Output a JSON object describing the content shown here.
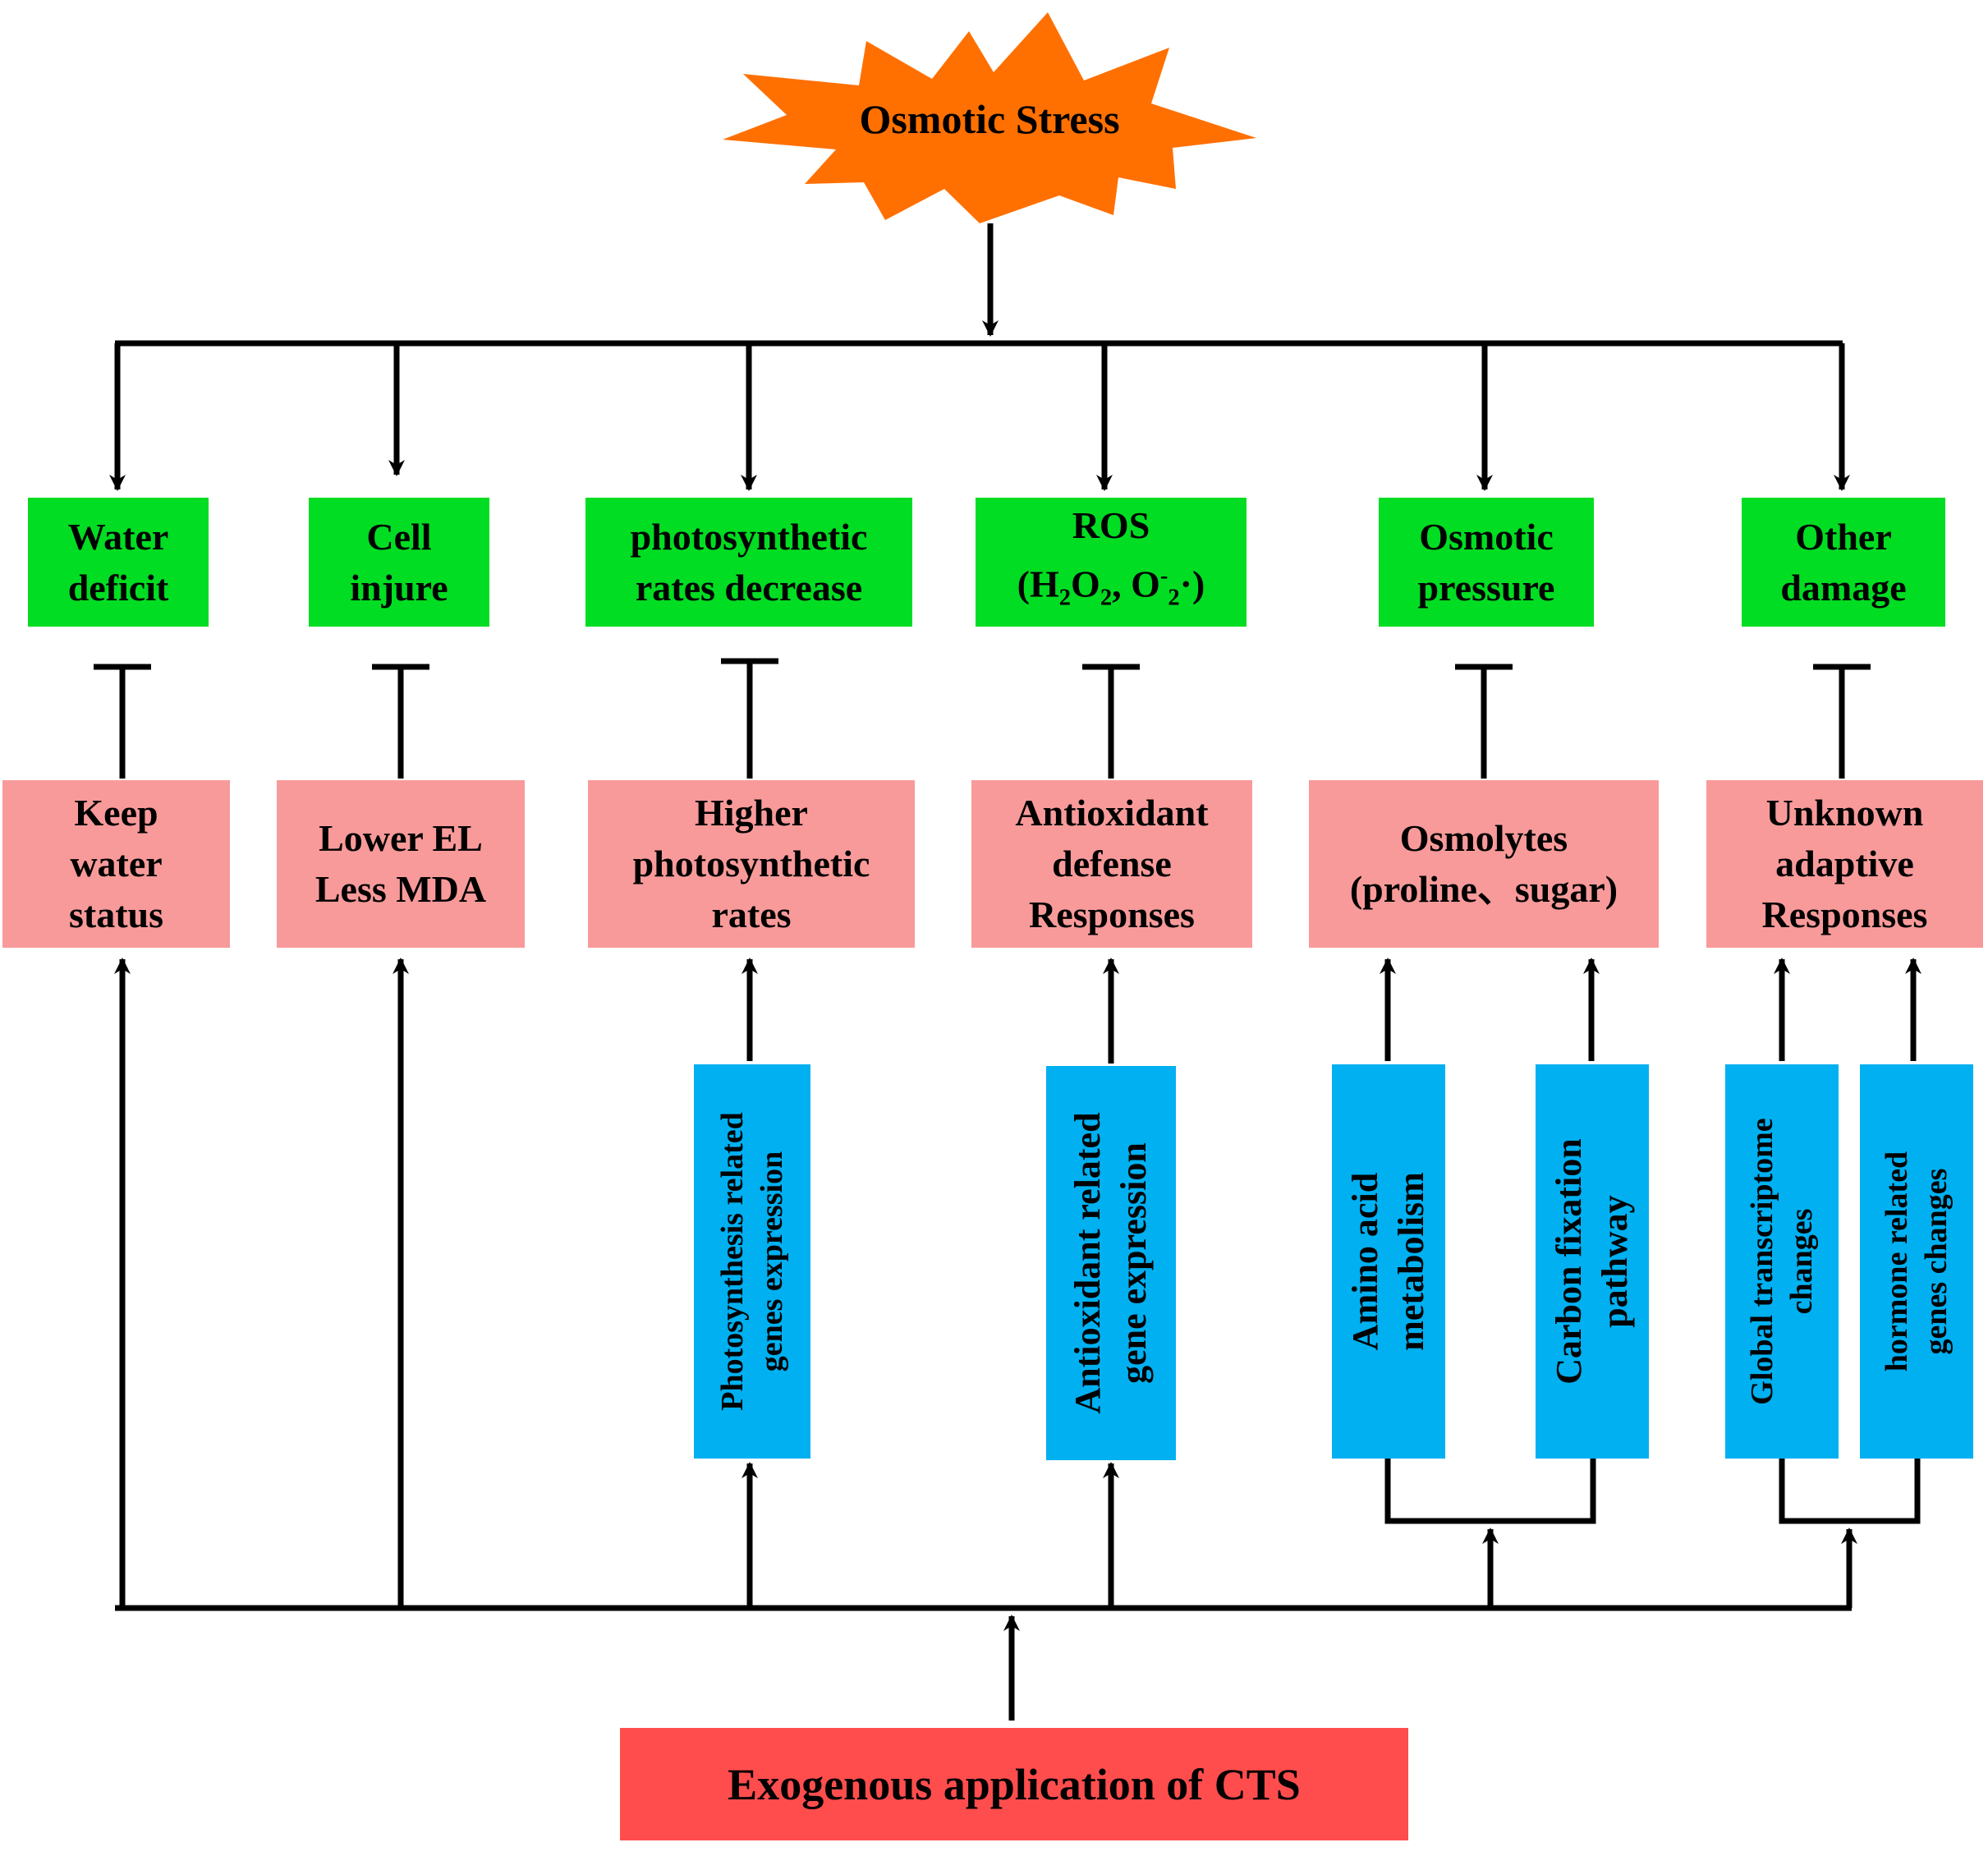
{
  "stress": {
    "label": "Osmotic Stress",
    "color": "#ff7000"
  },
  "effects": [
    {
      "id": "water-deficit",
      "label": "Water\ndeficit"
    },
    {
      "id": "cell-injure",
      "label": "Cell\ninjure"
    },
    {
      "id": "photosynthetic-decrease",
      "label": "photosynthetic\nrates decrease"
    },
    {
      "id": "ros",
      "label": "ROS",
      "formula": {
        "open": "(H",
        "sub1": "2",
        "mid1": "O",
        "sub2": "2",
        "mid2": ", O",
        "sup": "-",
        "sub3": "2",
        "close": "·)"
      }
    },
    {
      "id": "osmotic-pressure",
      "label": "Osmotic\npressure"
    },
    {
      "id": "other-damage",
      "label": "Other\ndamage"
    }
  ],
  "responses": [
    {
      "id": "keep-water-status",
      "label": "Keep\nwater\nstatus"
    },
    {
      "id": "lower-el-less-mda",
      "label": "Lower EL\nLess MDA"
    },
    {
      "id": "higher-photosynthetic-rates",
      "label": "Higher\nphotosynthetic\nrates"
    },
    {
      "id": "antioxidant-defense",
      "label": "Antioxidant\ndefense\nResponses"
    },
    {
      "id": "osmolytes",
      "label": "Osmolytes\n(proline、sugar)"
    },
    {
      "id": "unknown-adaptive",
      "label": "Unknown\nadaptive\nResponses"
    }
  ],
  "mechanisms": [
    {
      "id": "photosynthesis-genes",
      "label": "Photosynthesis  related\ngenes expression"
    },
    {
      "id": "antioxidant-genes",
      "label": "Antioxidant related\ngene expression"
    },
    {
      "id": "amino-acid-metabolism",
      "label": "Amino acid\nmetabolism"
    },
    {
      "id": "carbon-fixation",
      "label": "Carbon fixation\npathway"
    },
    {
      "id": "global-transcriptome",
      "label": "Global transcriptome\nchanges"
    },
    {
      "id": "hormone-genes",
      "label": "hormone related\ngenes changes"
    }
  ],
  "treatment": {
    "label": "Exogenous application of CTS"
  },
  "colors": {
    "effect_box": "#00dd22",
    "response_box": "#f89a9a",
    "mechanism_box": "#00b0f0",
    "treatment_box": "#ff4d4d",
    "stress_burst": "#ff7000",
    "lines": "#000000"
  }
}
